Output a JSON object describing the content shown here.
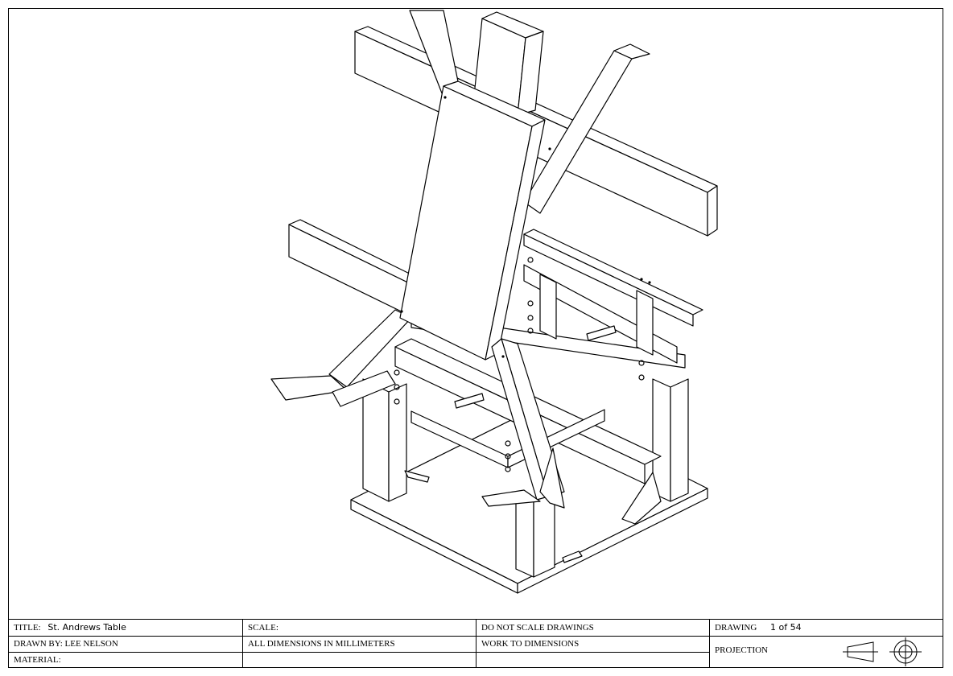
{
  "title_block": {
    "title_label": "TITLE:",
    "title_value": "St. Andrews Table",
    "drawn_by_label": "DRAWN BY:",
    "drawn_by_value": "LEE NELSON",
    "material_label": "MATERIAL:",
    "material_value": "",
    "scale_label": "SCALE:",
    "scale_value": "",
    "dimensions_note": "ALL DIMENSIONS IN MILLIMETERS",
    "scale_note": "DO NOT SCALE DRAWINGS",
    "work_note": "WORK TO DIMENSIONS",
    "drawing_label": "DRAWING",
    "drawing_value": "1 of 54",
    "projection_label": "PROJECTION"
  },
  "icons": {
    "projection_view": "truncated-cone-icon",
    "projection_symbol": "circle-crosshair-icon"
  },
  "colors": {
    "line": "#000000",
    "paper": "#ffffff"
  }
}
